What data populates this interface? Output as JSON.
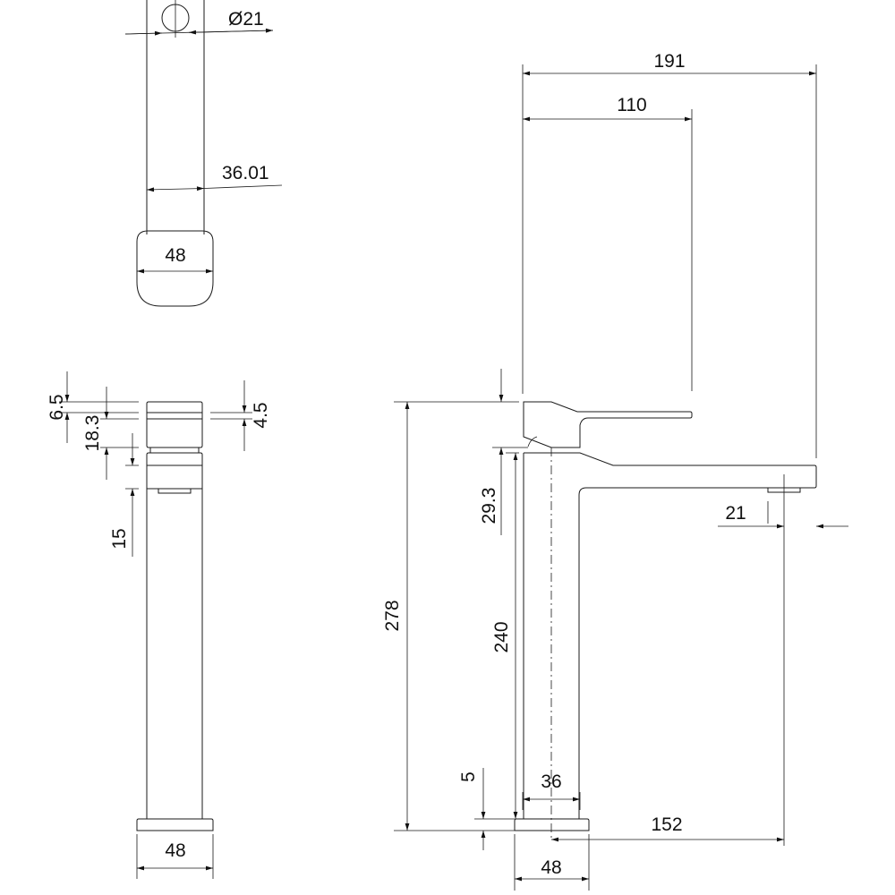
{
  "title": "Basin mixer technical drawing",
  "top_view": {
    "hole_dia": "Ø21",
    "neck_width": "36.01",
    "base_width": "48"
  },
  "side_view": {
    "d_6_5": "6.5",
    "d_18_3": "18.3",
    "d_15": "15",
    "d_4_5": "4.5",
    "base_width": "48"
  },
  "front_view": {
    "overall_length": "191",
    "lever_length": "110",
    "lever_height": "29.3",
    "total_height": "278",
    "spout_height": "240",
    "base_thickness": "5",
    "column_width": "36",
    "outlet_dia": "21",
    "reach": "152",
    "base_width": "48"
  },
  "colors": {
    "line": "#1a1a1a",
    "background": "#ffffff"
  }
}
